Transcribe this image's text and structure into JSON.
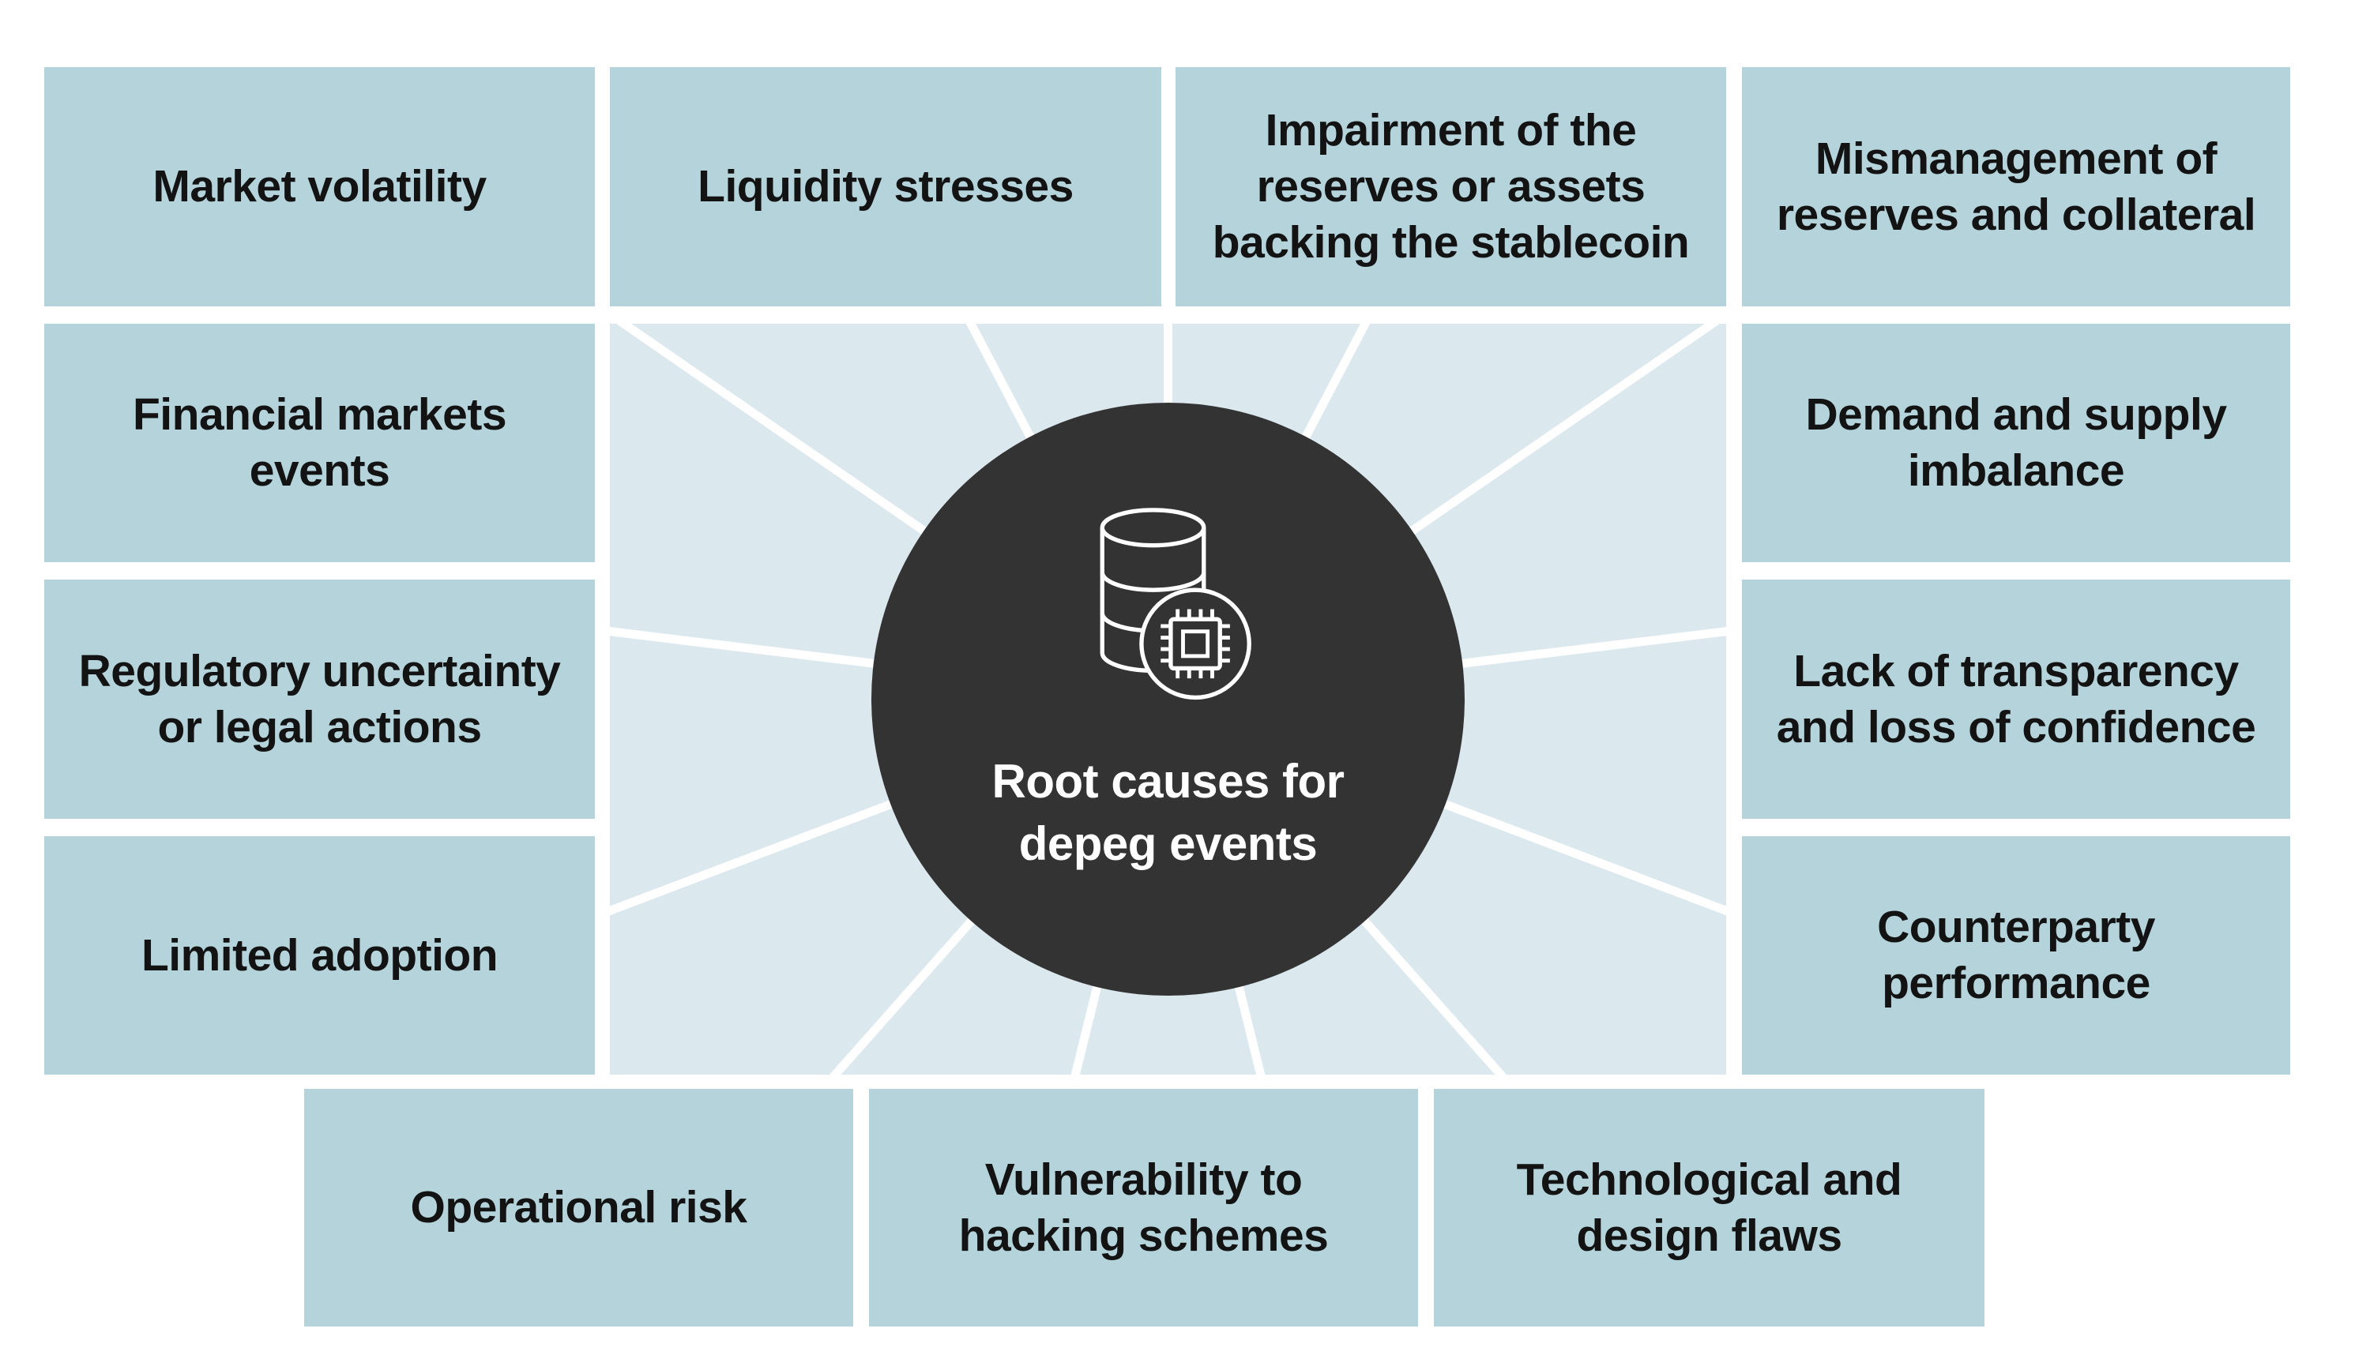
{
  "palette": {
    "box_blue": "#b4d3da",
    "ray_blue": "#dbe8ee",
    "ray_line_white": "#ffffff",
    "circle_dark": "#333333",
    "box_text": "#131313",
    "center_text": "#ffffff",
    "background": "#ffffff"
  },
  "center": {
    "icon": "database-chip-icon",
    "title_lines": [
      "Root causes for",
      "depeg events"
    ],
    "ray_count": 13
  },
  "causes": {
    "top_row": [
      {
        "id": "market-volatility",
        "lines": [
          "Market volatility"
        ]
      },
      {
        "id": "liquidity-stresses",
        "lines": [
          "Liquidity stresses"
        ]
      },
      {
        "id": "impairment-reserves",
        "lines": [
          "Impairment of the",
          "reserves or assets",
          "backing the stablecoin"
        ]
      },
      {
        "id": "mismanagement-reserves",
        "lines": [
          "Mismanagement of",
          "reserves and collateral"
        ]
      }
    ],
    "left_column": [
      {
        "id": "financial-markets-events",
        "lines": [
          "Financial markets",
          "events"
        ]
      },
      {
        "id": "regulatory-uncertainty",
        "lines": [
          "Regulatory uncertainty",
          "or legal actions"
        ]
      },
      {
        "id": "limited-adoption",
        "lines": [
          "Limited adoption"
        ]
      }
    ],
    "right_column": [
      {
        "id": "demand-supply-imbalance",
        "lines": [
          "Demand and supply",
          "imbalance"
        ]
      },
      {
        "id": "lack-of-transparency",
        "lines": [
          "Lack of transparency",
          "and loss of confidence"
        ]
      },
      {
        "id": "counterparty-performance",
        "lines": [
          "Counterparty",
          "performance"
        ]
      }
    ],
    "bottom_row": [
      {
        "id": "operational-risk",
        "lines": [
          "Operational risk"
        ]
      },
      {
        "id": "vulnerability-hacking",
        "lines": [
          "Vulnerability to",
          "hacking schemes"
        ]
      },
      {
        "id": "technological-design-flaws",
        "lines": [
          "Technological and",
          "design flaws"
        ]
      }
    ]
  }
}
